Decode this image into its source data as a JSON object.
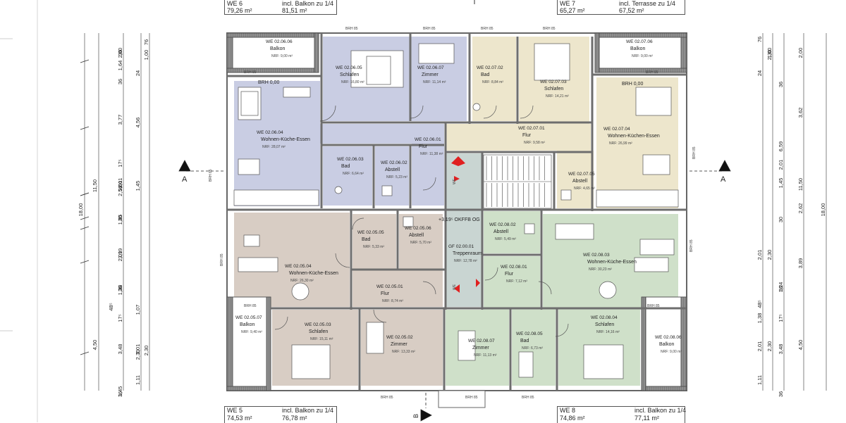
{
  "colors": {
    "we5": "#d8cdc4",
    "we6": "#c9cde3",
    "we7": "#ede6cc",
    "we8": "#cfe0c9",
    "stair": "#c9d5d2",
    "balcony": "#9a9a9a",
    "wall": "#6e6e6e",
    "marker": "#e02020"
  },
  "units": {
    "we6": {
      "name": "WE 6",
      "area": "79,26 m²",
      "balkon_label": "incl. Balkon zu 1/4",
      "balkon_area": "81,51 m²"
    },
    "we7": {
      "name": "WE 7",
      "area": "65,27 m²",
      "balkon_label": "incl. Terrasse zu 1/4",
      "balkon_area": "67,52 m²"
    },
    "we5": {
      "name": "WE 5",
      "area": "74,53 m²",
      "balkon_label": "incl. Balkon zu 1/4",
      "balkon_area": "76,78 m²"
    },
    "we8": {
      "name": "WE 8",
      "area": "74,86 m²",
      "balkon_label": "incl. Balkon zu 1/4",
      "balkon_area": "77,11 m²"
    }
  },
  "rooms": [
    {
      "id": "WE 02.06.06",
      "name": "Balkon",
      "nrf": "NRF: 9,00 m²"
    },
    {
      "id": "WE 02.06.05",
      "name": "Schlafen",
      "nrf": "NRF: 16,80 m²"
    },
    {
      "id": "WE 02.06.07",
      "name": "Zimmer",
      "nrf": "NRF: 11,14 m²"
    },
    {
      "id": "WE 02.07.02",
      "name": "Bad",
      "nrf": "NRF: 8,84 m²"
    },
    {
      "id": "WE 02.07.03",
      "name": "Schlafen",
      "nrf": "NRF: 14,21 m²"
    },
    {
      "id": "WE 02.07.06",
      "name": "Balkon",
      "nrf": "NRF: 9,00 m²"
    },
    {
      "id": "WE 02.06.04",
      "name": "Wohnen-Küche-Essen",
      "nrf": "NRF: 28,07 m²"
    },
    {
      "id": "WE 02.06.03",
      "name": "Bad",
      "nrf": "NRF: 6,64 m²"
    },
    {
      "id": "WE 02.06.02",
      "name": "Abstell",
      "nrf": "NRF: 5,23 m²"
    },
    {
      "id": "WE 02.06.01",
      "name": "Flur",
      "nrf": "NRF: 11,38 m²"
    },
    {
      "id": "WE 02.07.01",
      "name": "Flur",
      "nrf": "NRF: 9,58 m²"
    },
    {
      "id": "WE 02.07.04",
      "name": "Wohnen-Küchen-Essen",
      "nrf": "NRF: 26,99 m²"
    },
    {
      "id": "WE 02.07.05",
      "name": "Abstell",
      "nrf": "NRF: 4,65 m²"
    },
    {
      "id": "WE 02.05.04",
      "name": "Wohnen-Küche-Essen",
      "nrf": "NRF: 26,30 m²"
    },
    {
      "id": "WE 02.05.05",
      "name": "Bad",
      "nrf": "NRF: 5,33 m²"
    },
    {
      "id": "WE 02.05.06",
      "name": "Abstell",
      "nrf": "NRF: 5,70 m²"
    },
    {
      "id": "GF 02.00.01",
      "name": "Treppenraum",
      "nrf": "NRF: 12,78 m²"
    },
    {
      "id": "WE 02.08.02",
      "name": "Abstell",
      "nrf": "NRF: 5,49 m²"
    },
    {
      "id": "WE 02.08.03",
      "name": "Wohnen-Küche-Essen",
      "nrf": "NRF: 30,23 m²"
    },
    {
      "id": "WE 02.05.01",
      "name": "Flur",
      "nrf": "NRF: 8,74 m²"
    },
    {
      "id": "WE 02.08.01",
      "name": "Flur",
      "nrf": "NRF: 7,12 m²"
    },
    {
      "id": "WE 02.05.07",
      "name": "Balkon",
      "nrf": "NRF: 9,40 m²"
    },
    {
      "id": "WE 02.05.03",
      "name": "Schlafen",
      "nrf": "NRF: 15,11 m²"
    },
    {
      "id": "WE 02.05.02",
      "name": "Zimmer",
      "nrf": "NRF: 13,33 m²"
    },
    {
      "id": "WE 02.08.07",
      "name": "Zimmer",
      "nrf": "NRF: 11,13 m²"
    },
    {
      "id": "WE 02.08.05",
      "name": "Bad",
      "nrf": "NRF: 6,73 m²"
    },
    {
      "id": "WE 02.08.04",
      "name": "Schlafen",
      "nrf": "NRF: 14,16 m²"
    },
    {
      "id": "WE 02.08.06",
      "name": "Balkon",
      "nrf": "NRF: 9,00 m²"
    }
  ],
  "labels": {
    "brh": "BRH 0,00",
    "brh85": "BRH 85",
    "level": "+3,19⁵ OKFFB OG",
    "section_a": "A",
    "section_b": "B",
    "we": "WE"
  },
  "dims_left_outer": [
    "2,00",
    "3,77",
    "11,50",
    "2,01",
    "1,85",
    "3,99",
    "4,50",
    "18,00"
  ],
  "dims_left_inner": [
    "36",
    "1,64",
    "36",
    "24",
    "4,56",
    "17⁵",
    "2,01",
    "1,45",
    "2,54⁵",
    "30",
    "2,01",
    "36",
    "48⁵",
    "17⁵",
    "1,38",
    "1,07",
    "2,30",
    "1,45",
    "3,48",
    "2,01",
    "2,30",
    "1,11",
    "36",
    "1,00",
    "76"
  ],
  "dims_right_outer": [
    "2,00",
    "3,62",
    "6,59",
    "11,50",
    "2,62",
    "3,89",
    "4,50",
    "18,00"
  ],
  "dims_right_inner": [
    "76",
    "1,00",
    "2,30",
    "24",
    "36",
    "2,01",
    "1,45",
    "30",
    "2,01",
    "2,30",
    "36",
    "48⁵",
    "17⁵",
    "1,24",
    "1,38",
    "2,01",
    "2,30",
    "3,48",
    "36",
    "1,11"
  ]
}
